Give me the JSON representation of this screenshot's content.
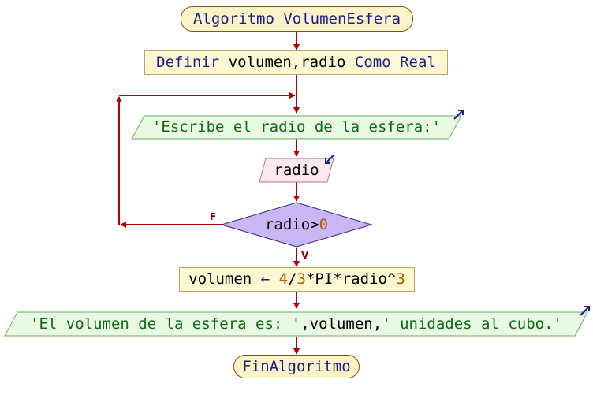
{
  "flowchart": {
    "start": {
      "keyword": "Algoritmo",
      "name": "VolumenEsfera"
    },
    "define": {
      "kw1": "Definir",
      "vars": "volumen,radio",
      "kw2": "Como Real"
    },
    "prompt": {
      "text": "'Escribe el radio de la esfera:'"
    },
    "read": {
      "var": "radio"
    },
    "condition": {
      "var": "radio>",
      "num": "0"
    },
    "labels": {
      "false": "F",
      "true": "V"
    },
    "assign": {
      "target": "volumen",
      "arrow": "←",
      "n1": "4",
      "slash": "/",
      "n2": "3",
      "mid": "*PI*radio^",
      "n3": "3"
    },
    "output": {
      "str1": "'El volumen de la esfera es: '",
      "sep1": ",",
      "var": "volumen",
      "sep2": ",",
      "str2": "' unidades al cubo.'"
    },
    "end": {
      "keyword": "FinAlgoritmo"
    },
    "colors": {
      "line": "#b00000",
      "terminal_fill": "#fdf3c9",
      "process_fill": "#fdf8d2",
      "io_fill": "#e9f9e3",
      "read_fill": "#fde8ef",
      "decision_fill": "#c9b6f5",
      "keyword": "#1d1d8a",
      "string": "#0c6b12",
      "number": "#b05b00"
    }
  }
}
